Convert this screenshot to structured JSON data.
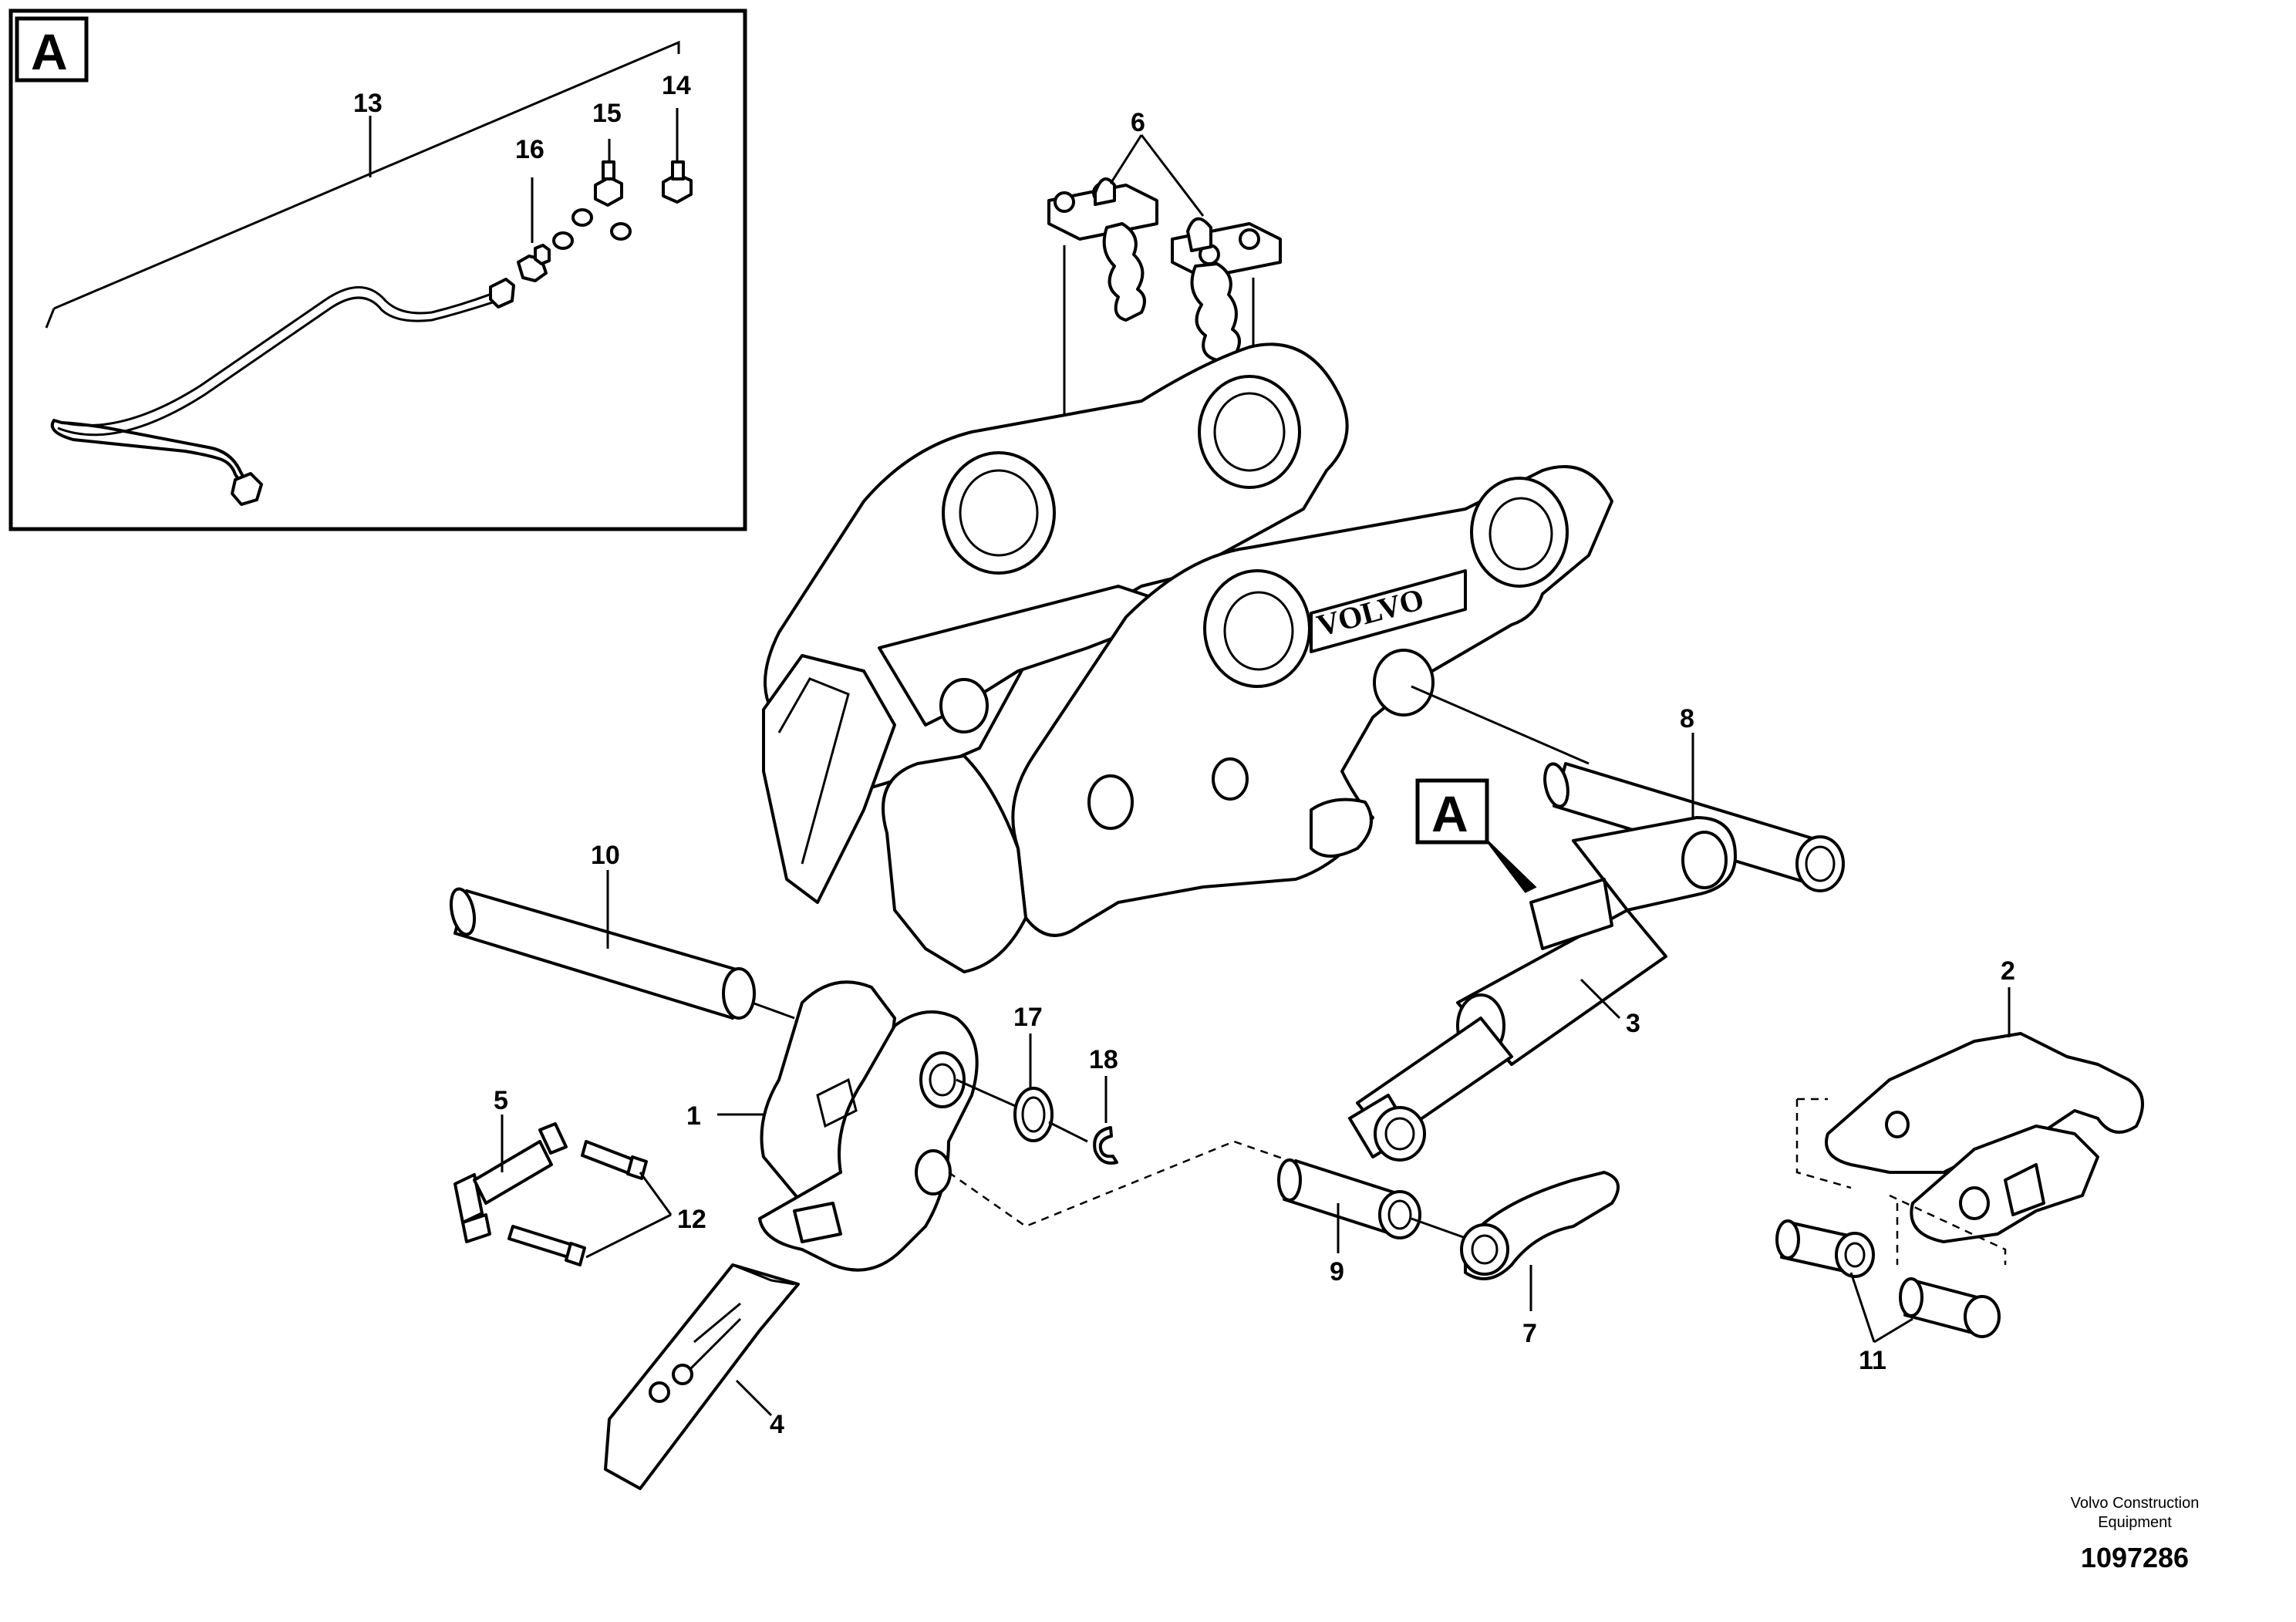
{
  "detail": {
    "letter": "A"
  },
  "reference_marker": {
    "letter": "A"
  },
  "callouts": {
    "c1": "1",
    "c2": "2",
    "c3": "3",
    "c4": "4",
    "c5": "5",
    "c6": "6",
    "c7": "7",
    "c8": "8",
    "c9": "9",
    "c10": "10",
    "c11": "11",
    "c12": "12",
    "c13": "13",
    "c14": "14",
    "c15": "15",
    "c16": "16",
    "c17": "17",
    "c18": "18"
  },
  "logo_text": "VOLVO",
  "footer": {
    "line1": "Volvo Construction",
    "line2": "Equipment",
    "doc_number": "1097286"
  }
}
